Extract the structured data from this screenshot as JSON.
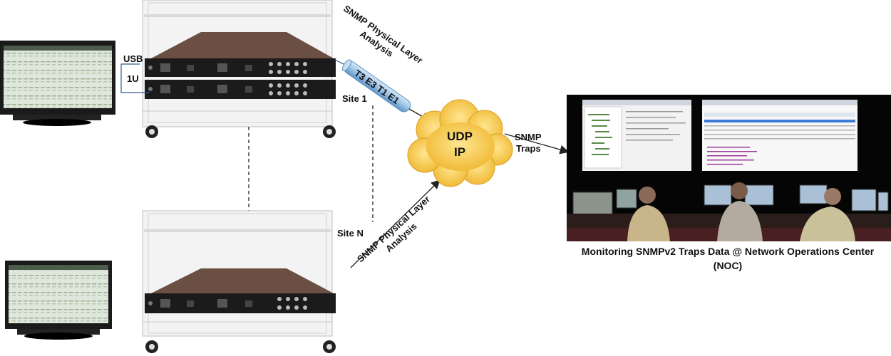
{
  "labels": {
    "usb": "USB",
    "rack_unit": "1U",
    "site_1": "Site 1",
    "site_n": "Site N",
    "link_top": [
      "SNMP Physical Layer",
      "Analysis"
    ],
    "link_bottom": [
      "SNMP Physical Layer",
      "Analysis"
    ],
    "pipe": "T3 E3 T1 E1",
    "cloud": [
      "UDP",
      "IP"
    ],
    "traps": [
      "SNMP",
      "Traps"
    ]
  },
  "caption": {
    "line1": "Monitoring SNMPv2 Traps Data @ Network Operations Center",
    "line2": "(NOC)"
  },
  "colors": {
    "cloud": "#f5c542",
    "pipe": "#9dc3e6",
    "noc_bg": "#050505",
    "rack": "#f3f3f3",
    "device": "#1b1b1b"
  },
  "icons": [
    "monitor-icon",
    "rack-icon",
    "device-icon",
    "cloud-icon",
    "pipe-icon",
    "operator-icon"
  ]
}
